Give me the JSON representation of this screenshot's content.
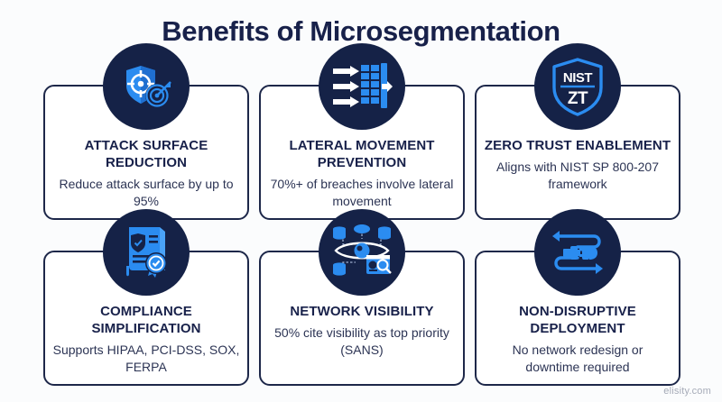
{
  "header": {
    "title": "Benefits of Microsegmentation"
  },
  "colors": {
    "background": "#fbfcfd",
    "navy": "#18214a",
    "badge_circle": "#152247",
    "accent_blue": "#2b8cf0",
    "accent_blue_light": "#4aa3f7",
    "card_border": "#1d2749",
    "card_bg": "#ffffff",
    "body_text": "#2c3454",
    "watermark": "#a6abb8"
  },
  "cards": [
    {
      "icon": "shield-target-icon",
      "title": "ATTACK SURFACE REDUCTION",
      "desc": "Reduce attack surface by up to 95%"
    },
    {
      "icon": "firewall-blocked-arrows-icon",
      "title": "LATERAL MOVEMENT PREVENTION",
      "desc": "70%+ of breaches involve lateral movement"
    },
    {
      "icon": "nist-zt-shield-icon",
      "title": "ZERO TRUST ENABLEMENT",
      "desc": "Aligns with NIST SP 800-207 framework",
      "badge_text_top": "NIST",
      "badge_text_bottom": "ZT"
    },
    {
      "icon": "certificate-seal-icon",
      "title": "COMPLIANCE SIMPLIFICATION",
      "desc": "Supports HIPAA, PCI-DSS, SOX, FERPA"
    },
    {
      "icon": "eye-network-icon",
      "title": "NETWORK VISIBILITY",
      "desc": "50% cite visibility as top priority (SANS)"
    },
    {
      "icon": "plug-socket-arrows-icon",
      "title": "NON-DISRUPTIVE DEPLOYMENT",
      "desc": "No network redesign or downtime required"
    }
  ],
  "footer": {
    "watermark": "elisity.com"
  }
}
